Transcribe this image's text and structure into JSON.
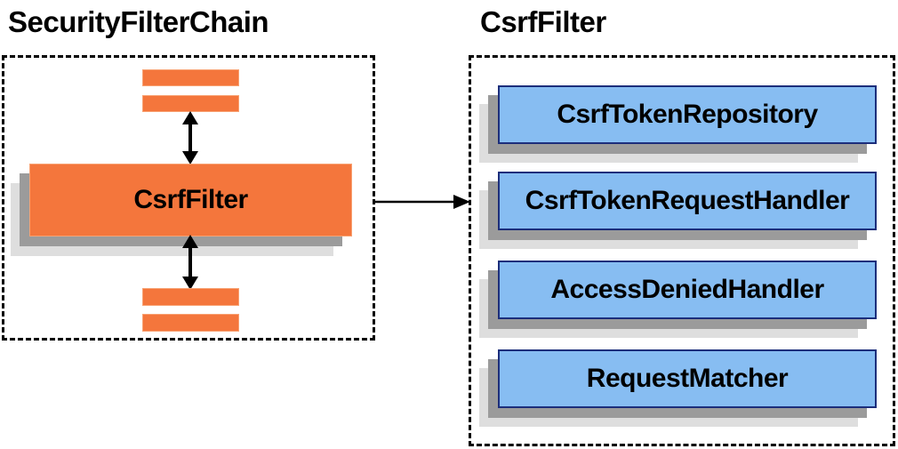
{
  "diagram": {
    "left_panel": {
      "title": "SecurityFilterChain",
      "main_box_label": "CsrfFilter"
    },
    "right_panel": {
      "title": "CsrfFilter",
      "components": [
        {
          "label": "CsrfTokenRepository"
        },
        {
          "label": "CsrfTokenRequestHandler"
        },
        {
          "label": "AccessDeniedHandler"
        },
        {
          "label": "RequestMatcher"
        }
      ]
    },
    "icons": {
      "bidirectional_arrow": "up-down-arrow",
      "flow_arrow": "right-arrow"
    },
    "colors": {
      "box_orange": "#F4763C",
      "box_orange_border": "#F8A273",
      "box_blue": "#87BDF2",
      "box_blue_border": "#1C2E7B",
      "shadow_dark": "#9B9B9B",
      "shadow_light": "#DEDEDE",
      "line_black": "#000000"
    }
  }
}
